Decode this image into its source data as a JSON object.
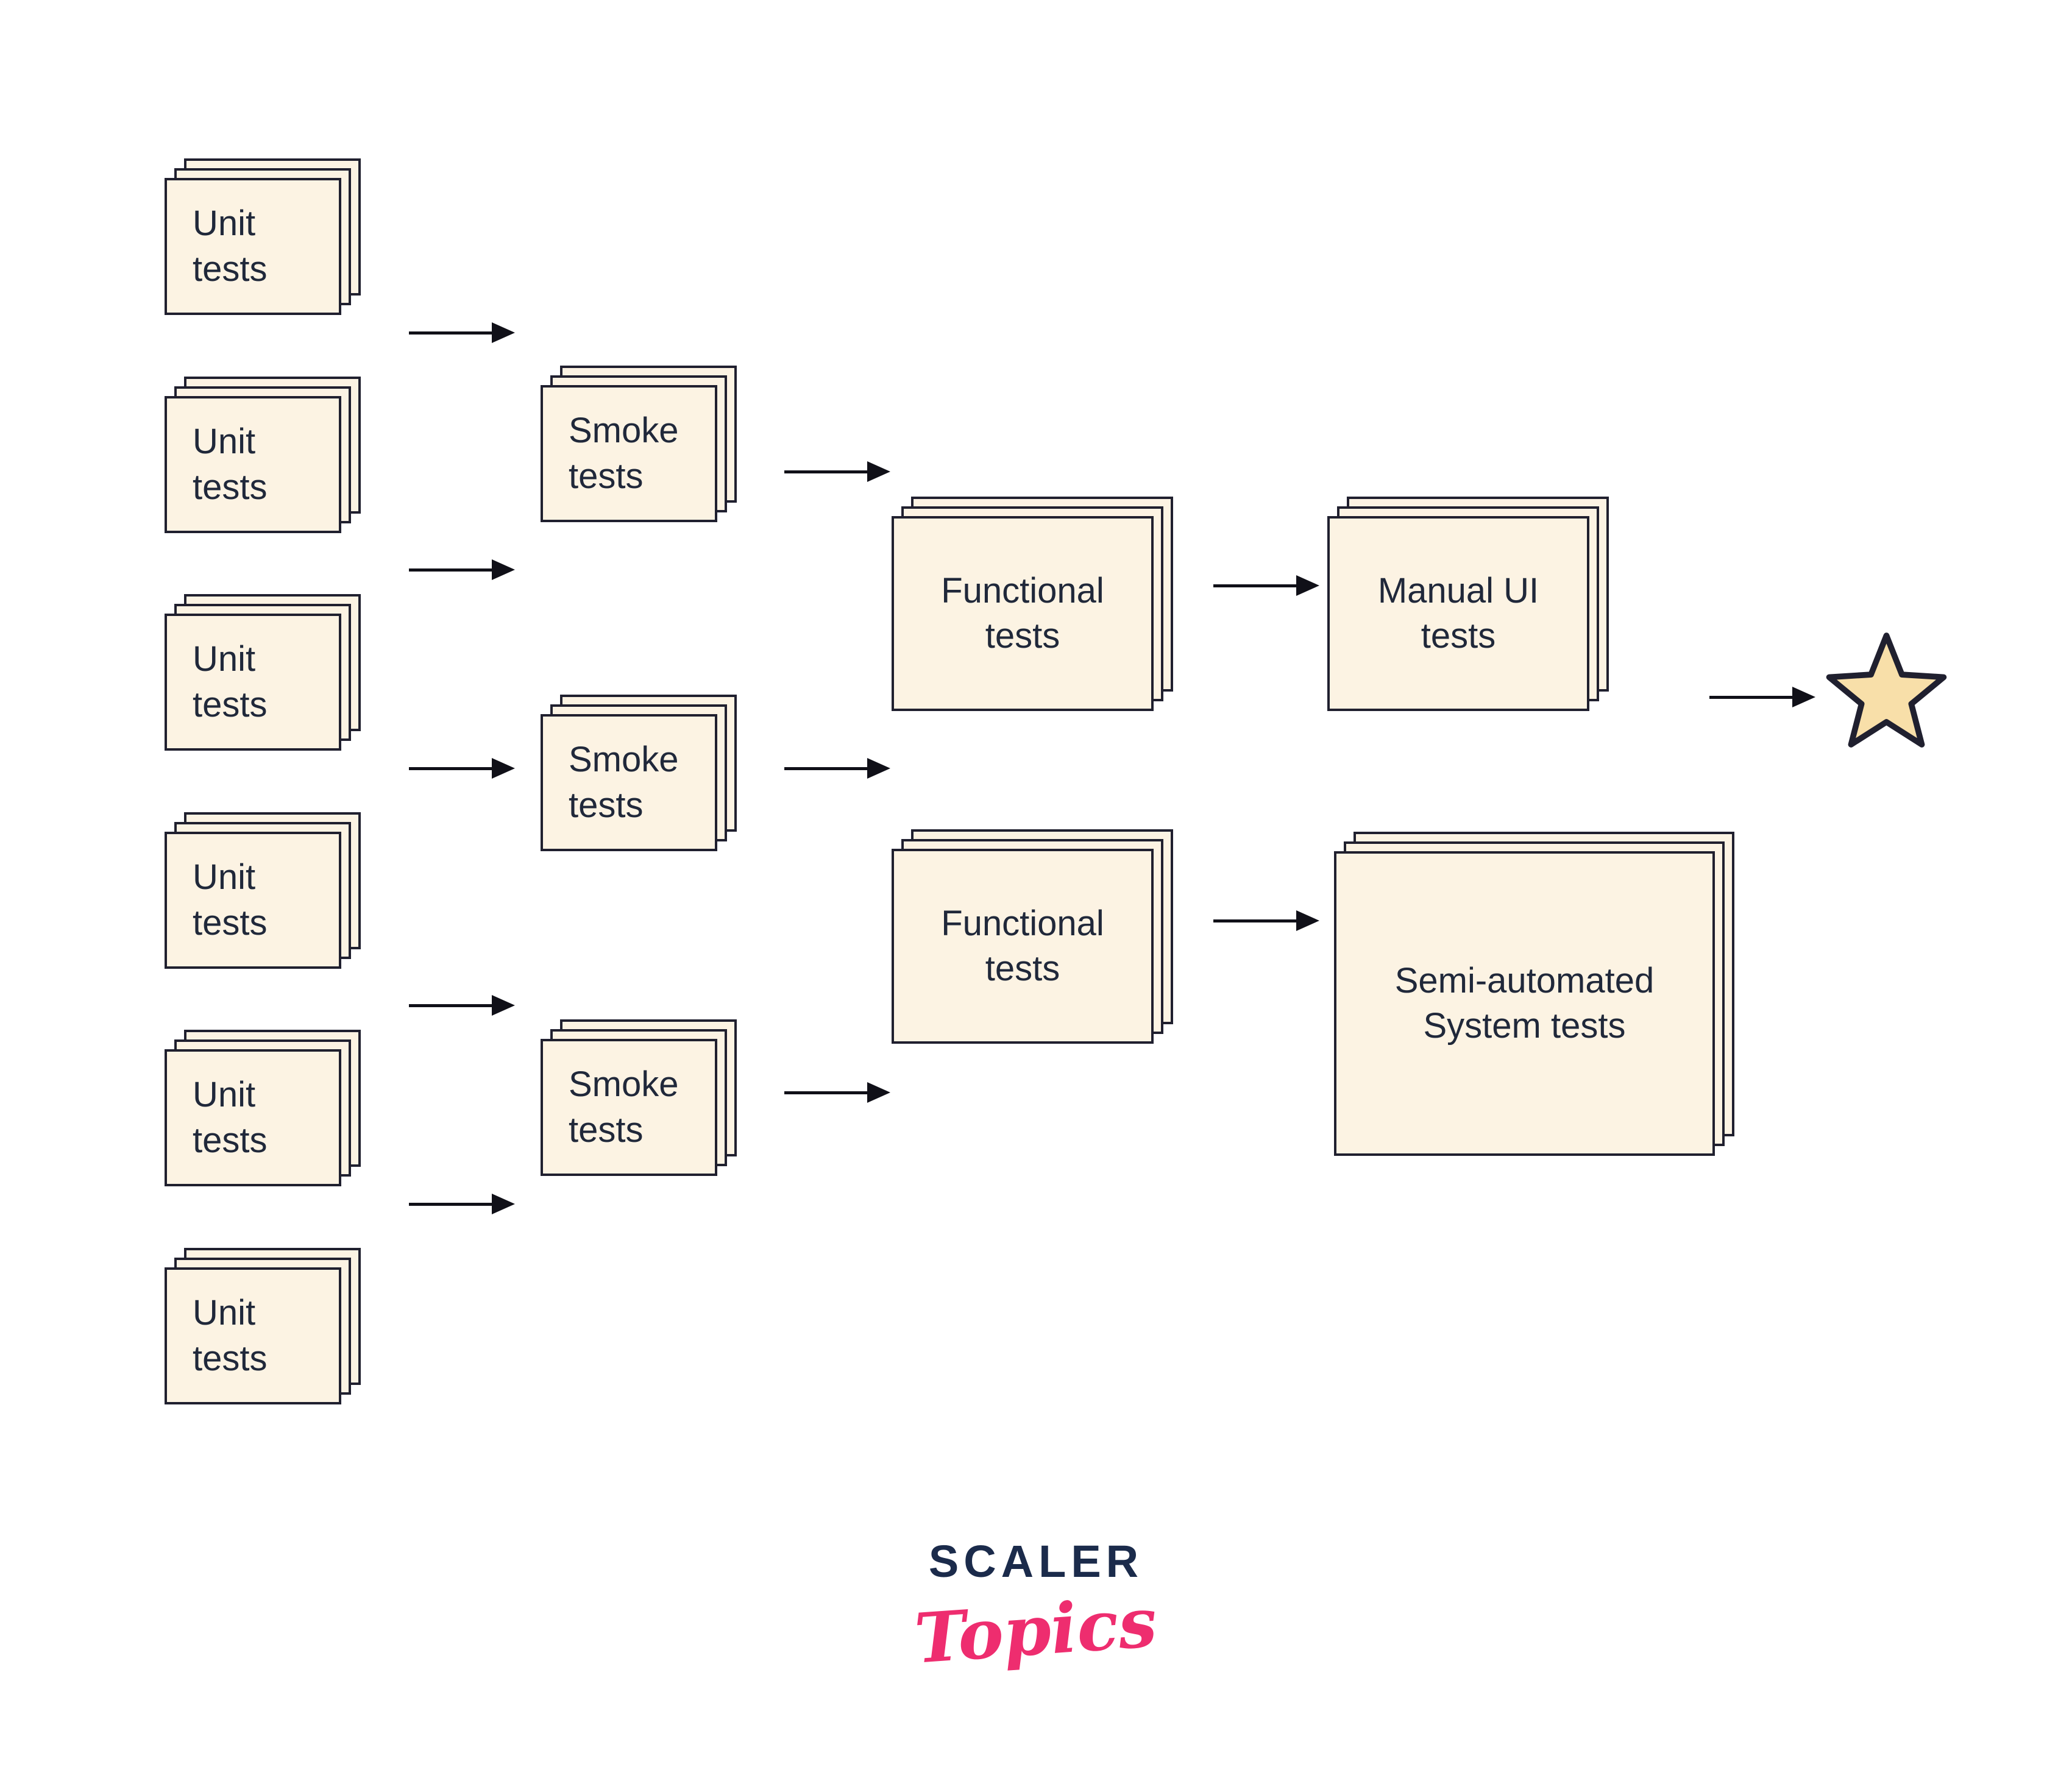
{
  "labels": {
    "unit": {
      "line1": "Unit",
      "line2": "tests"
    },
    "smoke": {
      "line1": "Smoke",
      "line2": "tests"
    },
    "functional": {
      "line1": "Functional",
      "line2": "tests"
    },
    "manual_ui": {
      "line1": "Manual UI",
      "line2": "tests"
    },
    "semi_automated": {
      "line1": "Semi-automated",
      "line2": "System tests"
    }
  },
  "logo": {
    "brand": "SCALER",
    "wordmark": "Topics"
  },
  "colors": {
    "card_fill": "#FCF3E3",
    "card_border": "#20202F",
    "text": "#20283A",
    "arrow": "#101018",
    "star_fill": "#F8DFA9",
    "brand_navy": "#1B2B4B",
    "brand_pink": "#EE2D6F"
  },
  "diagram": {
    "type": "flow",
    "stages": [
      {
        "stage": "Unit tests",
        "stacks": 6
      },
      {
        "stage": "Smoke tests",
        "stacks": 3
      },
      {
        "stage": "Functional tests",
        "stacks": 2
      },
      {
        "stage": "Manual UI tests",
        "stacks": 1
      },
      {
        "stage": "Semi-automated System tests",
        "stacks": 1
      },
      {
        "stage": "star",
        "stacks": 1
      }
    ],
    "edges": [
      "Unit tests -> Smoke tests",
      "Unit tests -> Smoke tests",
      "Unit tests -> Smoke tests",
      "Unit tests -> Smoke tests",
      "Unit tests -> Smoke tests",
      "Smoke tests -> Functional tests",
      "Smoke tests -> Functional tests",
      "Smoke tests -> Functional tests",
      "Functional tests -> Manual UI tests",
      "Functional tests -> Semi-automated System tests",
      "Manual UI tests -> star"
    ]
  }
}
